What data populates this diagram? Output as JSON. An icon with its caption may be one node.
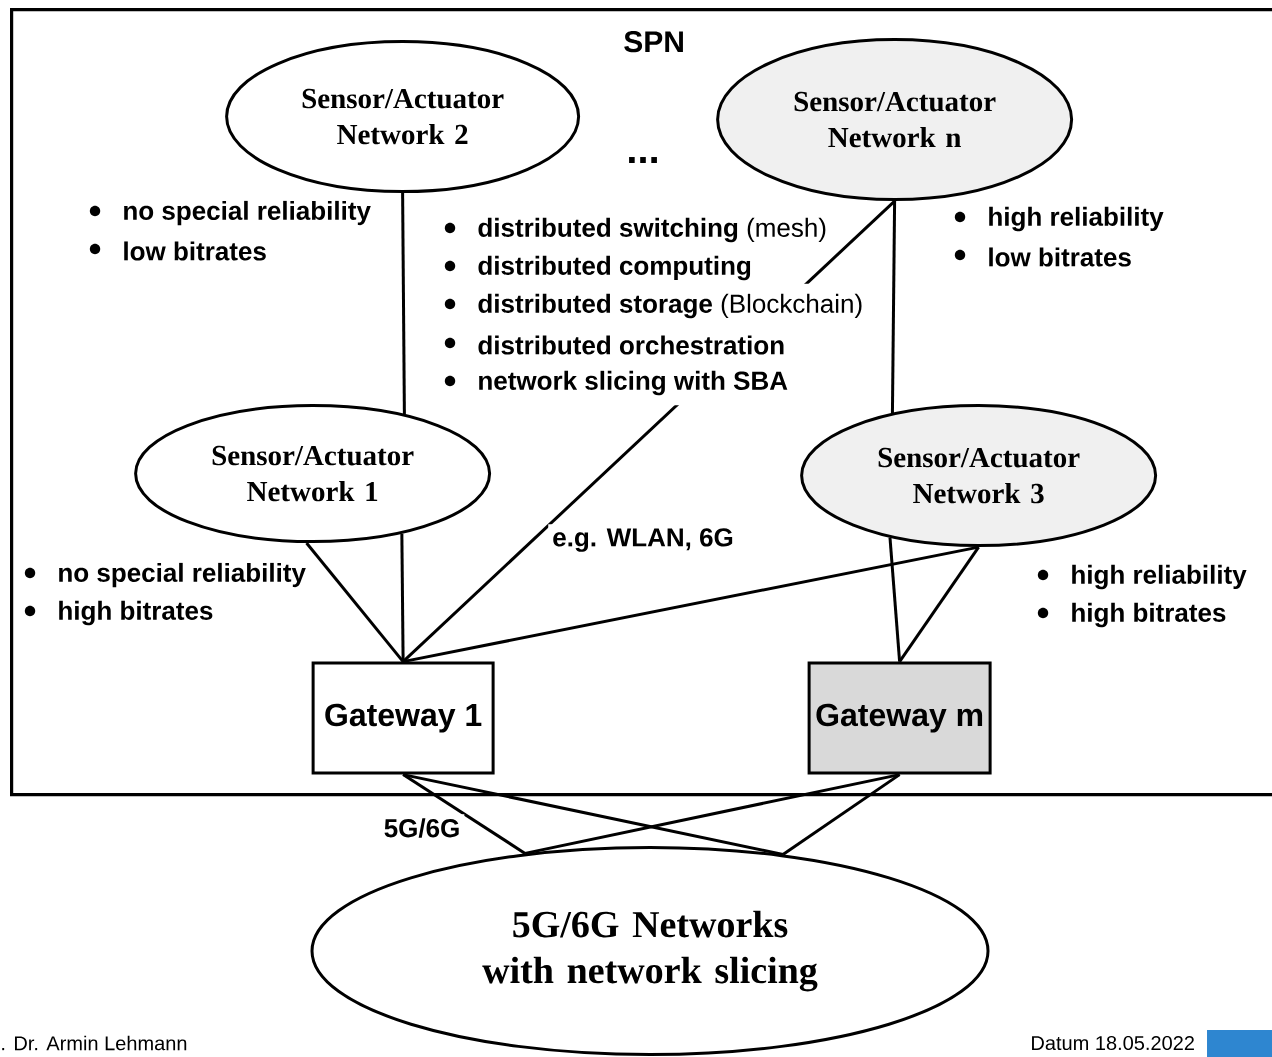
{
  "diagram": {
    "nodes": [
      {
        "text": [
          "SPN"
        ]
      },
      {
        "text": [
          "Sensor/Actuator Network 2"
        ],
        "in": 0
      },
      {
        "text": [
          "Sensor/Actuator Network n"
        ],
        "in": 0
      },
      {
        "text": [
          "Sensor/Actuator Network 1"
        ],
        "in": 0
      },
      {
        "text": [
          "Sensor/Actuator Network 3"
        ],
        "in": 0
      },
      {
        "text": [
          "Gateway 1"
        ],
        "in": 0
      },
      {
        "text": [
          "Gateway m"
        ],
        "in": 0
      },
      {
        "text": [
          "5G/6G Networks with network slicing"
        ]
      }
    ],
    "edges": [
      {
        "from": 1,
        "to": 3,
        "arrow": "none"
      },
      {
        "from": 5,
        "to": 2,
        "arrow": "none",
        "label": "e.g. WLAN, 6G"
      },
      {
        "from": 3,
        "to": 5,
        "arrow": "none"
      },
      {
        "from": 3,
        "to": 5,
        "arrow": "none"
      },
      {
        "from": 4,
        "to": 5,
        "arrow": "none"
      },
      {
        "from": 4,
        "to": 6,
        "arrow": "none"
      },
      {
        "from": 4,
        "to": 6,
        "arrow": "none"
      },
      {
        "from": 2,
        "to": 4,
        "arrow": "none"
      },
      {
        "from": 5,
        "to": 7,
        "arrow": "none",
        "label": "5G/6G"
      },
      {
        "from": 5,
        "to": 7,
        "arrow": "none"
      },
      {
        "from": 6,
        "to": 7,
        "arrow": "none"
      },
      {
        "from": 6,
        "to": 7,
        "arrow": "none"
      }
    ],
    "labels": [
      "...",
      "no special reliability",
      "low bitrates",
      "**distributed switching** (mesh)",
      "distributed computing",
      "**distributed storage** (Blockchain)",
      "distributed orchestration",
      "network slicing with SBA",
      "high reliability",
      "low bitrates",
      "no special reliability",
      "high bitrates",
      "high reliability",
      "high bitrates",
      ". Dr. Armin Lehmann",
      "Datum 18.05.2022"
    ]
  }
}
